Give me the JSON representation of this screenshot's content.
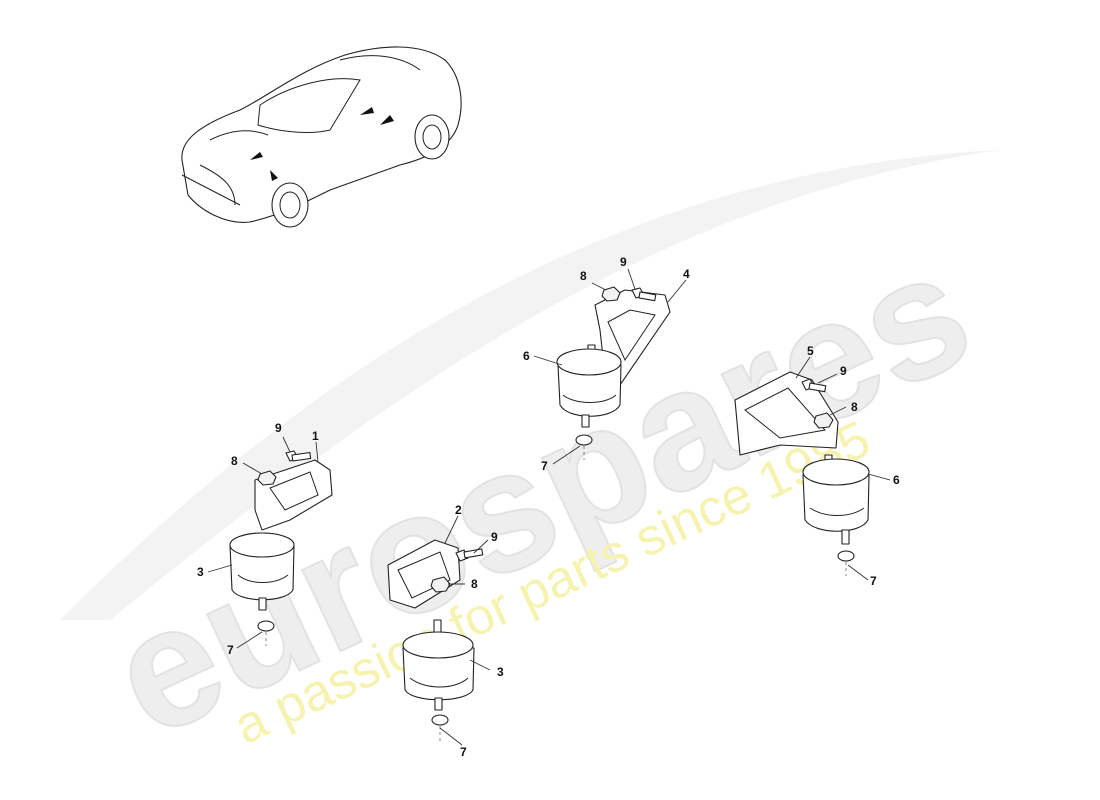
{
  "watermark": {
    "brand": "eurospares",
    "tagline": "a passion for parts since 1985"
  },
  "callouts": [
    {
      "id": "c1",
      "label": "1"
    },
    {
      "id": "c2",
      "label": "2"
    },
    {
      "id": "c3a",
      "label": "3"
    },
    {
      "id": "c3b",
      "label": "3"
    },
    {
      "id": "c4",
      "label": "4"
    },
    {
      "id": "c5",
      "label": "5"
    },
    {
      "id": "c6a",
      "label": "6"
    },
    {
      "id": "c6b",
      "label": "6"
    },
    {
      "id": "c7a",
      "label": "7"
    },
    {
      "id": "c7b",
      "label": "7"
    },
    {
      "id": "c7c",
      "label": "7"
    },
    {
      "id": "c7d",
      "label": "7"
    },
    {
      "id": "c8a",
      "label": "8"
    },
    {
      "id": "c8b",
      "label": "8"
    },
    {
      "id": "c8c",
      "label": "8"
    },
    {
      "id": "c8d",
      "label": "8"
    },
    {
      "id": "c9a",
      "label": "9"
    },
    {
      "id": "c9b",
      "label": "9"
    },
    {
      "id": "c9c",
      "label": "9"
    },
    {
      "id": "c9d",
      "label": "9"
    }
  ]
}
